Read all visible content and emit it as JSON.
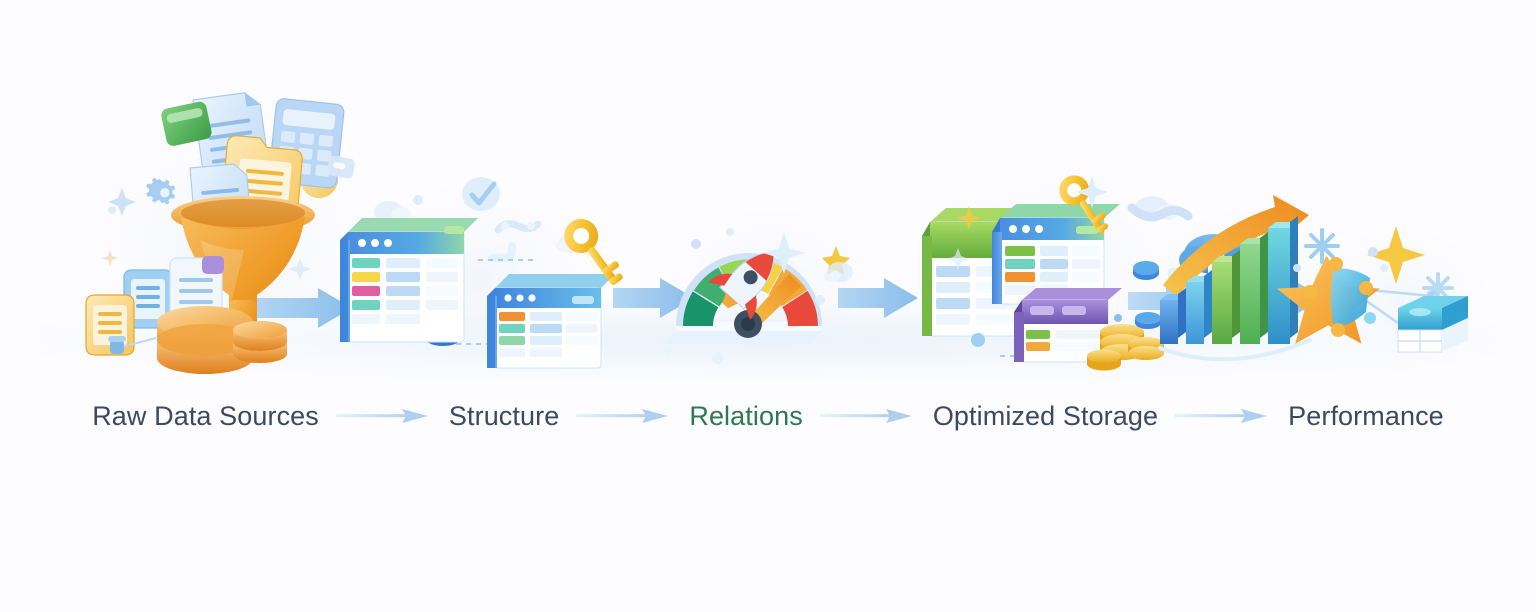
{
  "page": {
    "background_color": "#fdfcfe",
    "label_color": "#3c4a61",
    "accent_color": "#2c7a4e",
    "arrow_color": "#b9d6f0",
    "flow_arrow_color": "#8fc0ea"
  },
  "pipeline": {
    "steps": [
      {
        "id": "raw-data-sources",
        "label": "Raw Data Sources",
        "highlight": false
      },
      {
        "id": "structure",
        "label": "Structure",
        "highlight": false
      },
      {
        "id": "relations",
        "label": "Relations",
        "highlight": true
      },
      {
        "id": "optimized-storage",
        "label": "Optimized Storage",
        "highlight": false
      },
      {
        "id": "performance",
        "label": "Performance",
        "highlight": false
      }
    ],
    "connector_icon": "arrow-right-icon"
  },
  "illustration": {
    "scenes": [
      {
        "id": "raw-data-sources",
        "title": "Raw Data Sources",
        "elements": [
          "funnel-icon",
          "document-icon",
          "spreadsheet-icon",
          "folder-icon",
          "gear-icon",
          "database-cylinder-icon",
          "clipboard-icon",
          "sparkle-icon"
        ],
        "palette": {
          "funnel": "#ef9b28",
          "database": "#e8902a",
          "document": "#bcd9f5",
          "folder": "#f7c75a",
          "accent_green": "#52b05e"
        }
      },
      {
        "id": "structure",
        "title": "Structure",
        "elements": [
          "table-panel-icon",
          "table-panel-icon",
          "key-icon",
          "link-node-icon",
          "check-badge-icon"
        ],
        "palette": {
          "header": "#4a90e2",
          "header_alt": "#6fc3b6",
          "key": "#f5c033",
          "row": "#cfe2f7"
        }
      },
      {
        "id": "relations",
        "title": "Relations",
        "elements": [
          "gauge-icon",
          "rocket-icon",
          "sparkle-icon",
          "star-icon"
        ],
        "palette": {
          "low": "#1f9d6e",
          "mid": "#9fd14f",
          "high": "#f5c033",
          "max": "#e8493a",
          "needle": "#ef7a25"
        }
      },
      {
        "id": "optimized-storage",
        "title": "Optimized Storage",
        "elements": [
          "table-block-green-icon",
          "table-block-blue-icon",
          "table-block-purple-icon",
          "key-icon",
          "coin-stack-icon"
        ],
        "palette": {
          "green": "#7cc04a",
          "blue": "#4a90e2",
          "purple": "#8a72c8",
          "coin": "#f3c232"
        }
      },
      {
        "id": "performance",
        "title": "Performance",
        "elements": [
          "bar-chart-icon",
          "trend-arrow-icon",
          "cloud-upload-icon",
          "coin-stack-icon"
        ],
        "palette": {
          "bar_low": "#3f8ddb",
          "bar_mid": "#7cc04a",
          "bar_high": "#35b3c9",
          "arrow": "#f0982c",
          "cloud": "#5aa9e8"
        }
      },
      {
        "id": "security-network",
        "title": "Performance",
        "elements": [
          "star-shield-icon",
          "network-node-icon",
          "sparkle-icon",
          "database-cube-icon",
          "snowflake-icon"
        ],
        "palette": {
          "star": "#f0a22c",
          "shield": "#42b6e8",
          "cube": "#3fb6dd"
        }
      }
    ],
    "flow_arrows": 5
  }
}
